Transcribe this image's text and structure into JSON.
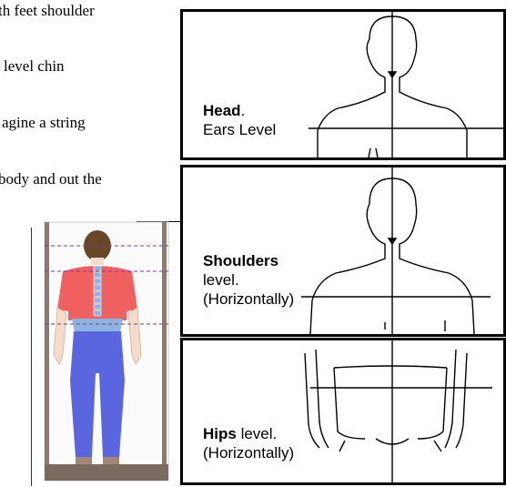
{
  "intro_text": {
    "line1": "th feet shoulder",
    "line2": "level chin",
    "line3": "agine a string",
    "line4": "body and out the"
  },
  "panels": [
    {
      "id": "head",
      "title": "Head",
      "title_suffix": ".",
      "subtitle_line1": "Ears Level",
      "subtitle_line2": ""
    },
    {
      "id": "shoulders",
      "title": "Shoulders",
      "title_suffix": "",
      "subtitle_line1": "level.",
      "subtitle_line2": "(Horizontally)"
    },
    {
      "id": "hips",
      "title": "Hips",
      "title_suffix": " level.",
      "subtitle_line1": "(Horizontally)",
      "subtitle_line2": ""
    }
  ],
  "colors": {
    "shirt": "#f06060",
    "pants": "#5a66e0",
    "spine": "#8fb3e0",
    "skin": "#f4dcc8",
    "hair": "#6a4628",
    "frame": "#7a6a60",
    "guide_line": "#7a3a9a"
  }
}
